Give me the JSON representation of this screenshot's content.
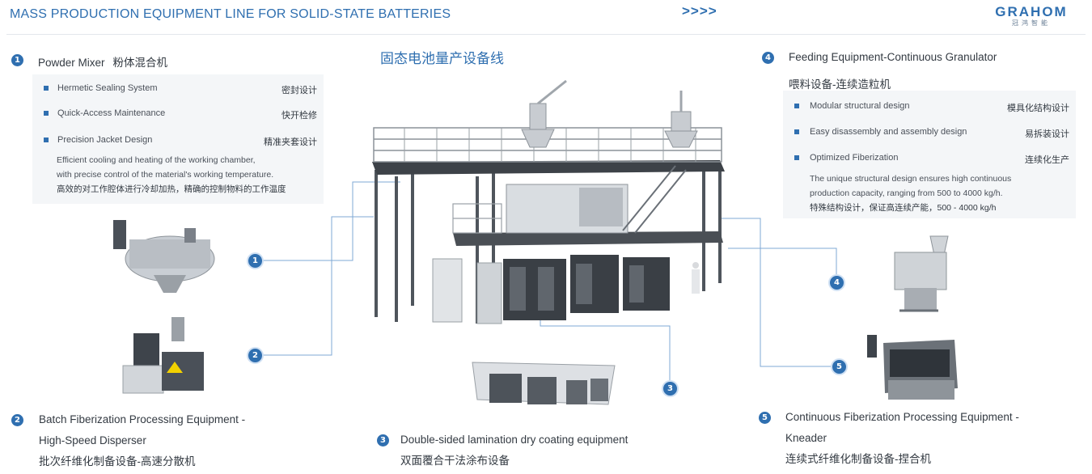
{
  "header": {
    "title": "MASS PRODUCTION EQUIPMENT LINE FOR SOLID-STATE BATTERIES",
    "arrows": ">>>>",
    "logo": "GRAHOM",
    "logo_sub": "冠鸿智能"
  },
  "center_title": "固态电池量产设备线",
  "sections": {
    "s1": {
      "num": "1",
      "title_en": "Powder Mixer",
      "title_cn": "粉体混合机",
      "features": [
        {
          "en": "Hermetic Sealing System",
          "cn": "密封设计"
        },
        {
          "en": "Quick-Access Maintenance",
          "cn": "快开检修"
        },
        {
          "en": "Precision Jacket Design",
          "cn": "精准夹套设计"
        }
      ],
      "desc_en_1": "Efficient cooling and heating of the working chamber,",
      "desc_en_2": "with precise control of the material's working temperature.",
      "desc_cn": "高效的对工作腔体进行冷却加热，精确的控制物料的工作温度"
    },
    "s2": {
      "num": "2",
      "title_line1": "Batch Fiberization Processing Equipment -",
      "title_line2": "High-Speed Disperser",
      "title_cn": "批次纤维化制备设备-高速分散机"
    },
    "s3": {
      "num": "3",
      "title_en": "Double-sided lamination dry coating equipment",
      "title_cn": "双面覆合干法涂布设备"
    },
    "s4": {
      "num": "4",
      "title_en": "Feeding Equipment-Continuous Granulator",
      "title_cn": "喂料设备-连续造粒机",
      "features": [
        {
          "en": "Modular structural design",
          "cn": "模具化结构设计"
        },
        {
          "en": "Easy disassembly and assembly design",
          "cn": "易拆装设计"
        },
        {
          "en": "Optimized Fiberization",
          "cn": "连续化生产"
        }
      ],
      "desc_en_1": "The unique structural design ensures high continuous",
      "desc_en_2": "production capacity, ranging from 500 to 4000 kg/h.",
      "desc_cn": "特殊结构设计，保证高连续产能，500 - 4000 kg/h"
    },
    "s5": {
      "num": "5",
      "title_line1": "Continuous Fiberization Processing Equipment -",
      "title_line2": "Kneader",
      "title_cn": "连续式纤维化制备设备-捏合机"
    }
  },
  "callouts": [
    "1",
    "2",
    "3",
    "4",
    "5"
  ],
  "colors": {
    "accent": "#2f6fb0",
    "text": "#333a42",
    "line": "#7fa8d4"
  }
}
